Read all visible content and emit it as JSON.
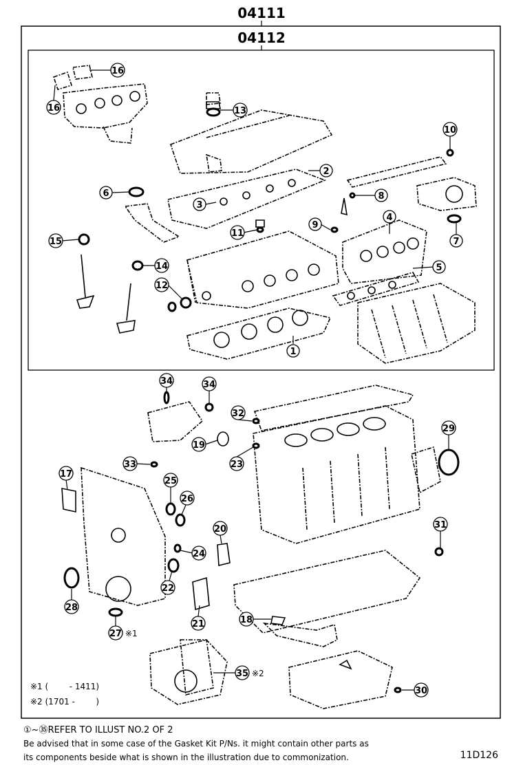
{
  "kit_outer_part_no": "04111",
  "kit_inner_part_no": "04112",
  "callouts": [
    "1",
    "2",
    "3",
    "4",
    "5",
    "6",
    "7",
    "8",
    "9",
    "10",
    "11",
    "12",
    "13",
    "14",
    "15",
    "16",
    "16",
    "17",
    "18",
    "19",
    "20",
    "21",
    "22",
    "23",
    "24",
    "25",
    "26",
    "27",
    "28",
    "29",
    "30",
    "31",
    "32",
    "33",
    "34",
    "34",
    "35"
  ],
  "callout_suffixes": {
    "c27": "※1",
    "c35": "※2"
  },
  "notes": {
    "note1": "※1 (        - 1411)",
    "note2": "※2 (1701 -        )"
  },
  "footer": {
    "refer_range": "①~㉟",
    "refer_text": "REFER TO ILLUST NO.2 OF 2",
    "advice_line1": "Be advised that in some case of the Gasket Kit P/Ns.  it might contain other parts as",
    "advice_line2": "its components beside what is shown in the illustration due to commonization.",
    "illustration_id": "11D126"
  }
}
